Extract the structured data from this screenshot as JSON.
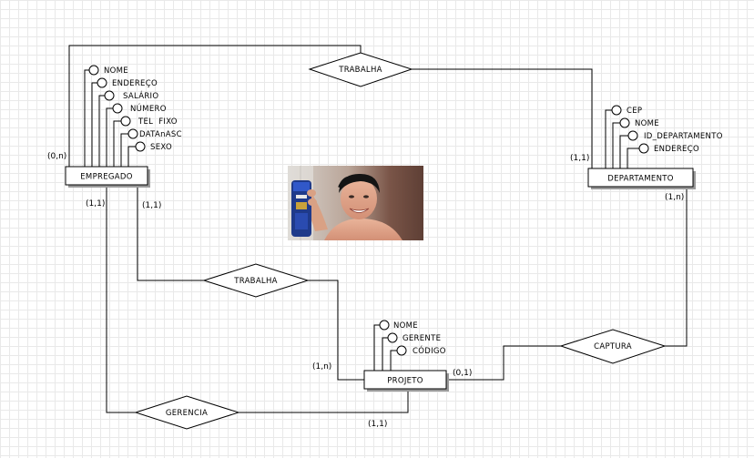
{
  "entities": {
    "empregado": "EMPREGADO",
    "departamento": "DEPARTAMENTO",
    "projeto": "PROJETO"
  },
  "relationships": {
    "trabalha_top": "TRABALHA",
    "trabalha_mid": "TRABALHA",
    "gerencia": "GERENCIA",
    "captura": "CAPTURA"
  },
  "attributes": {
    "empregado": [
      "NOME",
      "ENDEREÇO",
      "SALÁRIO",
      "NÚMERO",
      "TEL  FIXO",
      "DATAnASC",
      "SEXO"
    ],
    "departamento": [
      "CEP",
      "NOME",
      "ID_DEPARTAMENTO",
      "ENDEREÇO"
    ],
    "projeto": [
      "NOME",
      "GERENTE",
      "CÓDIGO"
    ]
  },
  "cardinalities": {
    "empregado_trabalha_top": "(0,n)",
    "departamento_trabalha_top": "(1,1)",
    "empregado_gerencia": "(1,1)",
    "empregado_trabalha_mid": "(1,1)",
    "departamento_captura": "(1,n)",
    "projeto_trabalha_mid": "(1,n)",
    "projeto_captura": "(0,1)",
    "projeto_gerencia": "(1,1)"
  }
}
